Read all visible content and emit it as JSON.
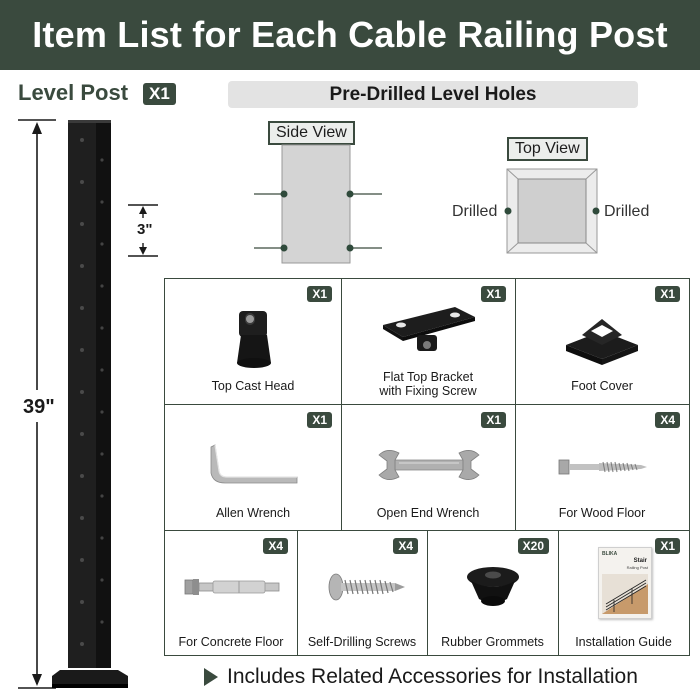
{
  "header": {
    "title": "Item List for Each Cable Railing Post"
  },
  "post": {
    "title": "Level Post",
    "qty": "X1",
    "height_label": "39\"",
    "hole_spacing_label": "3\""
  },
  "holes": {
    "title": "Pre-Drilled Level Holes",
    "side_view_label": "Side View",
    "top_view_label": "Top View",
    "drilled_left": "Drilled",
    "drilled_right": "Drilled"
  },
  "items": [
    {
      "label_lines": [
        "Top Cast Head"
      ],
      "qty": "X1",
      "icon": "cast-head-icon"
    },
    {
      "label_lines": [
        "Flat Top Bracket",
        "with Fixing Screw"
      ],
      "qty": "X1",
      "icon": "flat-bracket-icon"
    },
    {
      "label_lines": [
        "Foot Cover"
      ],
      "qty": "X1",
      "icon": "foot-cover-icon"
    },
    {
      "label_lines": [
        "Allen Wrench"
      ],
      "qty": "X1",
      "icon": "allen-wrench-icon"
    },
    {
      "label_lines": [
        "Open End Wrench"
      ],
      "qty": "X1",
      "icon": "open-end-wrench-icon"
    },
    {
      "label_lines": [
        "For Wood Floor"
      ],
      "qty": "X4",
      "icon": "lag-screw-icon"
    },
    {
      "label_lines": [
        "For Concrete Floor"
      ],
      "qty": "X4",
      "icon": "anchor-bolt-icon"
    },
    {
      "label_lines": [
        "Self-Drilling Screws"
      ],
      "qty": "X4",
      "icon": "self-drilling-screw-icon"
    },
    {
      "label_lines": [
        "Rubber Grommets"
      ],
      "qty": "X20",
      "icon": "rubber-grommet-icon"
    },
    {
      "label_lines": [
        "Installation Guide"
      ],
      "qty": "X1",
      "icon": "installation-guide-icon"
    }
  ],
  "guide_cover": {
    "brand": "BLIKA",
    "title": "Stair",
    "subtitle": "Railing Post"
  },
  "footer": {
    "text": "Includes Related Accessories for Installation"
  },
  "colors": {
    "brand": "#3a4a3e",
    "post": "#1c1c1c",
    "bar": "#e3e3e3"
  }
}
